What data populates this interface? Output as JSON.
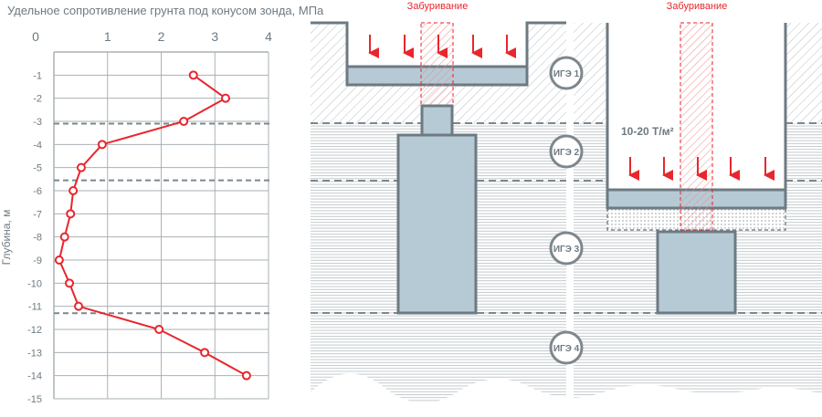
{
  "chart_data": {
    "type": "line",
    "title": "Удельное сопротивление грунта под конусом зонда, МПа",
    "xlabel": "Удельное сопротивление грунта под конусом зонда, МПа",
    "ylabel": "Глубина, м",
    "xlim": [
      0,
      4
    ],
    "ylim": [
      -15,
      0
    ],
    "x_ticks": [
      "0",
      "1",
      "2",
      "3",
      "4"
    ],
    "y_ticks": [
      "-1",
      "-2",
      "-3",
      "-4",
      "-5",
      "-6",
      "-7",
      "-8",
      "-9",
      "-10",
      "-11",
      "-12",
      "-13",
      "-14",
      "-15"
    ],
    "grid": true,
    "series": [
      {
        "name": "Сопротивление",
        "color": "#e8262d",
        "points": [
          {
            "x": 2.6,
            "y": -1
          },
          {
            "x": 3.2,
            "y": -2
          },
          {
            "x": 2.42,
            "y": -3
          },
          {
            "x": 0.9,
            "y": -4
          },
          {
            "x": 0.51,
            "y": -5
          },
          {
            "x": 0.36,
            "y": -6
          },
          {
            "x": 0.31,
            "y": -7
          },
          {
            "x": 0.2,
            "y": -8
          },
          {
            "x": 0.1,
            "y": -9
          },
          {
            "x": 0.29,
            "y": -10
          },
          {
            "x": 0.46,
            "y": -11
          },
          {
            "x": 1.96,
            "y": -12
          },
          {
            "x": 2.81,
            "y": -13
          },
          {
            "x": 3.59,
            "y": -14
          }
        ]
      }
    ],
    "layer_boundaries": [
      -3.1,
      -5.55,
      -11.3
    ]
  },
  "diagram": {
    "drilling_label_left": "Забуривание",
    "drilling_label_right": "Забуривание",
    "load_label": "10-20 Т/м²",
    "layers": [
      "ИГЭ 1",
      "ИГЭ 2",
      "ИГЭ 3",
      "ИГЭ 4"
    ]
  },
  "colors": {
    "red": "#e8262d",
    "grey": "#6d7a82",
    "concrete": "#b5cad5"
  }
}
